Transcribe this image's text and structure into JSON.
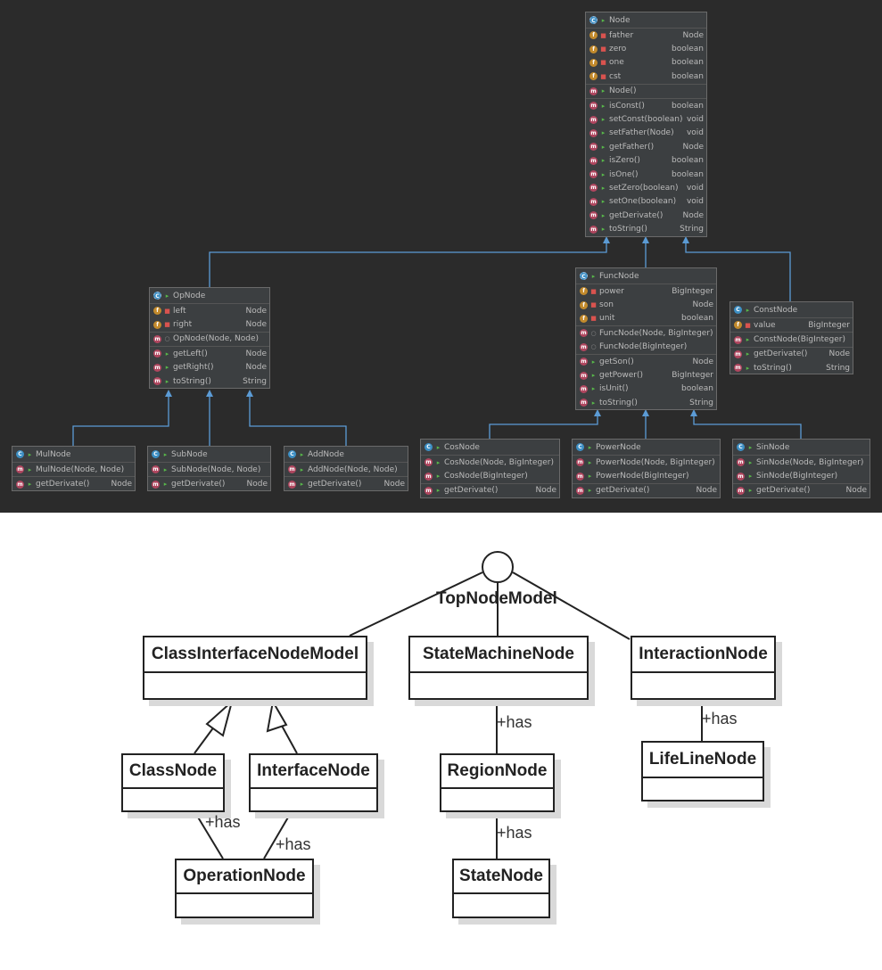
{
  "idea_diagram": {
    "node": {
      "title": "Node",
      "fields": [
        {
          "name": "father",
          "type": "Node"
        },
        {
          "name": "zero",
          "type": "boolean"
        },
        {
          "name": "one",
          "type": "boolean"
        },
        {
          "name": "cst",
          "type": "boolean"
        }
      ],
      "constructors": [
        {
          "name": "Node()",
          "type": ""
        }
      ],
      "methods": [
        {
          "name": "isConst()",
          "type": "boolean"
        },
        {
          "name": "setConst(boolean)",
          "type": "void"
        },
        {
          "name": "setFather(Node)",
          "type": "void"
        },
        {
          "name": "getFather()",
          "type": "Node"
        },
        {
          "name": "isZero()",
          "type": "boolean"
        },
        {
          "name": "isOne()",
          "type": "boolean"
        },
        {
          "name": "setZero(boolean)",
          "type": "void"
        },
        {
          "name": "setOne(boolean)",
          "type": "void"
        },
        {
          "name": "getDerivate()",
          "type": "Node"
        },
        {
          "name": "toString()",
          "type": "String"
        }
      ]
    },
    "opnode": {
      "title": "OpNode",
      "fields": [
        {
          "name": "left",
          "type": "Node"
        },
        {
          "name": "right",
          "type": "Node"
        }
      ],
      "constructors": [
        {
          "name": "OpNode(Node, Node)",
          "type": ""
        }
      ],
      "methods": [
        {
          "name": "getLeft()",
          "type": "Node"
        },
        {
          "name": "getRight()",
          "type": "Node"
        },
        {
          "name": "toString()",
          "type": "String"
        }
      ]
    },
    "funcnode": {
      "title": "FuncNode",
      "fields": [
        {
          "name": "power",
          "type": "BigInteger"
        },
        {
          "name": "son",
          "type": "Node"
        },
        {
          "name": "unit",
          "type": "boolean"
        }
      ],
      "constructors": [
        {
          "name": "FuncNode(Node, BigInteger)",
          "type": ""
        },
        {
          "name": "FuncNode(BigInteger)",
          "type": ""
        }
      ],
      "methods": [
        {
          "name": "getSon()",
          "type": "Node"
        },
        {
          "name": "getPower()",
          "type": "BigInteger"
        },
        {
          "name": "isUnit()",
          "type": "boolean"
        },
        {
          "name": "toString()",
          "type": "String"
        }
      ]
    },
    "constnode": {
      "title": "ConstNode",
      "fields": [
        {
          "name": "value",
          "type": "BigInteger"
        }
      ],
      "constructors": [
        {
          "name": "ConstNode(BigInteger)",
          "type": ""
        }
      ],
      "methods": [
        {
          "name": "getDerivate()",
          "type": "Node"
        },
        {
          "name": "toString()",
          "type": "String"
        }
      ]
    },
    "mulnode": {
      "title": "MulNode",
      "constructors": [
        {
          "name": "MulNode(Node, Node)",
          "type": ""
        }
      ],
      "methods": [
        {
          "name": "getDerivate()",
          "type": "Node"
        }
      ]
    },
    "subnode": {
      "title": "SubNode",
      "constructors": [
        {
          "name": "SubNode(Node, Node)",
          "type": ""
        }
      ],
      "methods": [
        {
          "name": "getDerivate()",
          "type": "Node"
        }
      ]
    },
    "addnode": {
      "title": "AddNode",
      "constructors": [
        {
          "name": "AddNode(Node, Node)",
          "type": ""
        }
      ],
      "methods": [
        {
          "name": "getDerivate()",
          "type": "Node"
        }
      ]
    },
    "cosnode": {
      "title": "CosNode",
      "constructors": [
        {
          "name": "CosNode(Node, BigInteger)",
          "type": ""
        },
        {
          "name": "CosNode(BigInteger)",
          "type": ""
        }
      ],
      "methods": [
        {
          "name": "getDerivate()",
          "type": "Node"
        }
      ]
    },
    "powernode": {
      "title": "PowerNode",
      "constructors": [
        {
          "name": "PowerNode(Node, BigInteger)",
          "type": ""
        },
        {
          "name": "PowerNode(BigInteger)",
          "type": ""
        }
      ],
      "methods": [
        {
          "name": "getDerivate()",
          "type": "Node"
        }
      ]
    },
    "sinnode": {
      "title": "SinNode",
      "constructors": [
        {
          "name": "SinNode(Node, BigInteger)",
          "type": ""
        },
        {
          "name": "SinNode(BigInteger)",
          "type": ""
        }
      ],
      "methods": [
        {
          "name": "getDerivate()",
          "type": "Node"
        }
      ]
    }
  },
  "model_diagram": {
    "top": "TopNodeModel",
    "class_interface": "ClassInterfaceNodeModel",
    "state_machine": "StateMachineNode",
    "interaction": "InteractionNode",
    "class_node": "ClassNode",
    "interface_node": "InterfaceNode",
    "region_node": "RegionNode",
    "lifeline_node": "LifeLineNode",
    "operation_node": "OperationNode",
    "state_node": "StateNode",
    "has_label": "+has"
  },
  "colors": {
    "dark_bg": "#2b2b2b",
    "panel_bg": "#3c3f41",
    "arrow_blue": "#5b9bd5",
    "field_icon": "#c28a2c",
    "method_icon": "#b0465f",
    "class_icon": "#3d8fc4"
  }
}
